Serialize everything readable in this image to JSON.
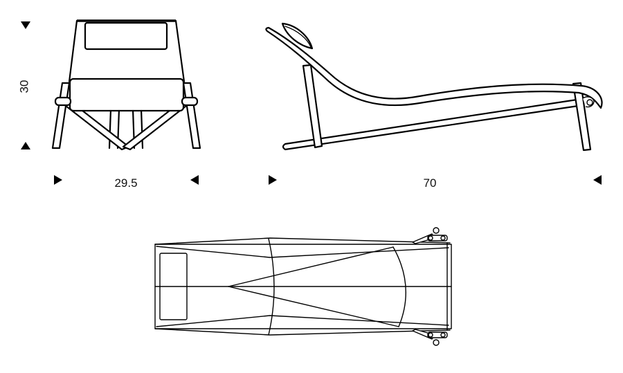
{
  "dimensions": {
    "height_label": "30",
    "width_label": "29.5",
    "length_label": "70"
  },
  "colors": {
    "stroke": "#000000",
    "background": "#ffffff"
  }
}
